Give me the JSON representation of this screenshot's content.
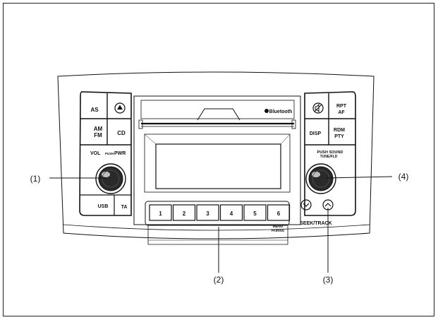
{
  "brand_label": "Bluetooth",
  "left_panel": {
    "as": "AS",
    "eject_icon": "eject-icon",
    "am_fm": [
      "AM",
      "FM"
    ],
    "cd": "CD",
    "vol_small": "VOL",
    "vol_push": "PUSH",
    "vol_pwr": "PWR",
    "usb": "USB",
    "ta": "TA"
  },
  "right_panel": {
    "mute_icon": "mute-icon",
    "rpt_af": [
      "RPT",
      "AF"
    ],
    "disp": "DISP",
    "rdm_pty": [
      "RDM",
      "PTY"
    ],
    "push_sound": "PUSH SOUND",
    "tune_fld": "TUNE/FLD",
    "seek_track": "SEEK/TRACK"
  },
  "presets": [
    "1",
    "2",
    "3",
    "4",
    "5",
    "6"
  ],
  "menu": [
    "MENU",
    "PAIRING"
  ],
  "callouts": [
    "(1)",
    "(2)",
    "(3)",
    "(4)"
  ],
  "colors": {
    "line": "#111111",
    "panel": "#ffffff",
    "knob": "#222222"
  }
}
